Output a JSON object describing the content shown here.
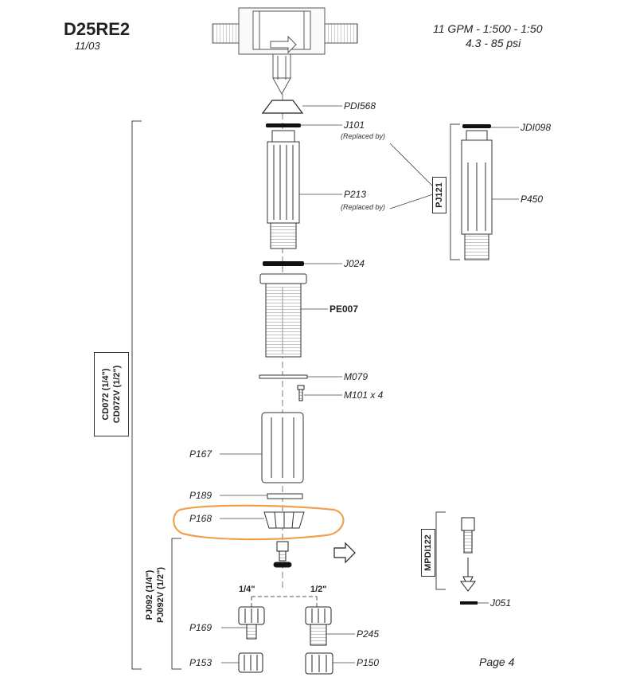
{
  "header": {
    "model": "D25RE2",
    "date": "11/03",
    "flow": "11 GPM - 1:500 - 1:50",
    "pressure": "4.3 - 85 psi"
  },
  "parts": {
    "pdi568": "PDI568",
    "j101": "J101",
    "replaced1": "(Replaced by)",
    "p213": "P213",
    "replaced2": "(Replaced by)",
    "pj121": "PJ121",
    "jdi098": "JDI098",
    "p450": "P450",
    "j024": "J024",
    "pe007": "PE007",
    "m079": "M079",
    "m101": "M101 x 4",
    "p167": "P167",
    "p189": "P189",
    "p168": "P168",
    "mpdi122": "MPDI122",
    "j051": "J051",
    "size_quarter": "1/4\"",
    "size_half": "1/2\"",
    "p169": "P169",
    "p245": "P245",
    "p153": "P153",
    "p150": "P150"
  },
  "groups": {
    "cd072_line1": "CD072 (1/4\")",
    "cd072_line2": "CD072V (1/2\")",
    "pj092_line1": "PJ092 (1/4\")",
    "pj092_line2": "PJ092V (1/2\")"
  },
  "footer": {
    "page": "Page 4"
  },
  "colors": {
    "highlight": "#f0a050",
    "line": "#444444"
  }
}
